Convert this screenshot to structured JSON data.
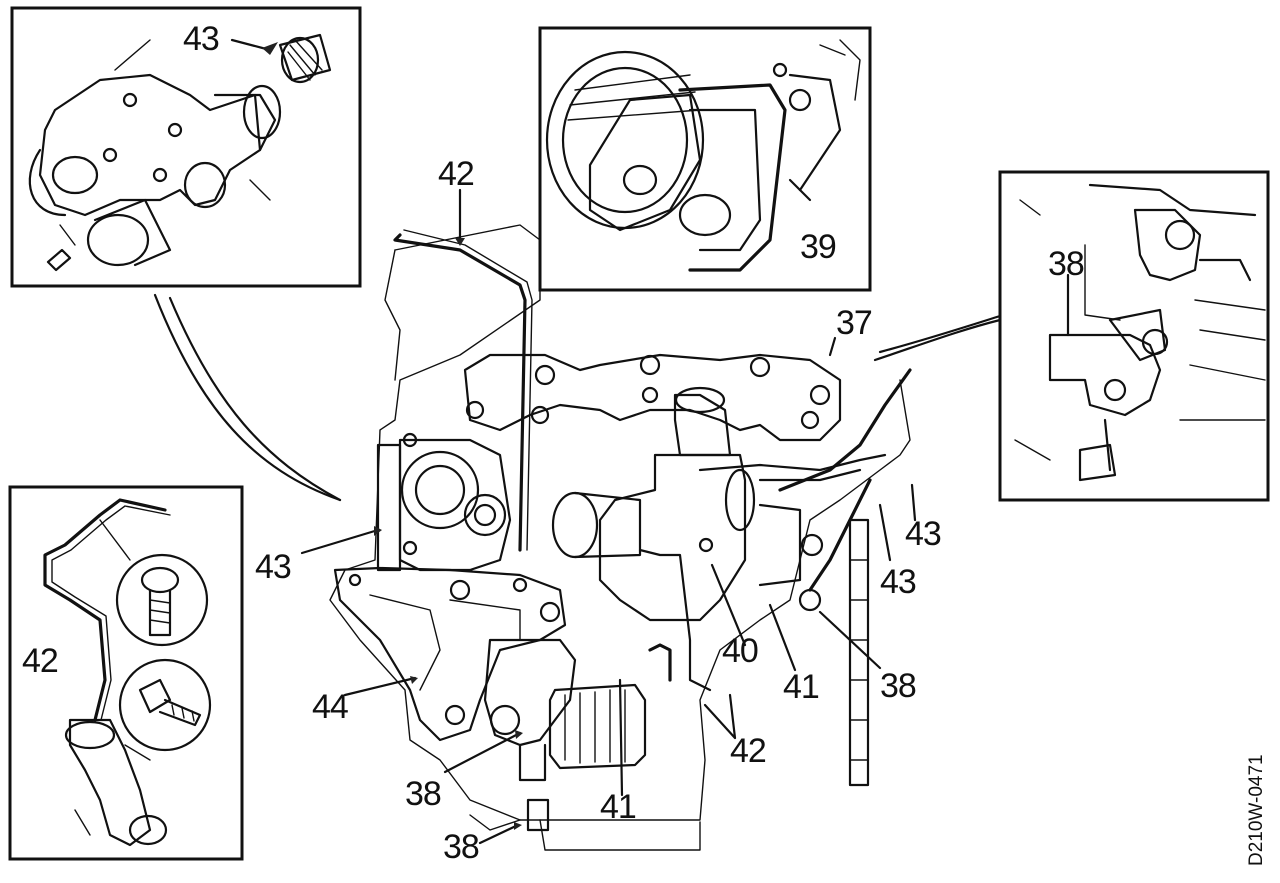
{
  "figure_code": "D210W-0471",
  "callouts": {
    "inset_top_left": "43",
    "pipe_top": "42",
    "inset_top_mid": "39",
    "inset_right": "38",
    "manifold": "37",
    "left_43": "43",
    "right_43a": "43",
    "right_43b": "43",
    "inset_bottom_left": "42",
    "label_40": "40",
    "label_41_right": "41",
    "label_38_right": "38",
    "label_44": "44",
    "label_42_bottom": "42",
    "label_38_bottom_a": "38",
    "label_41_bottom": "41",
    "label_38_bottom_b": "38"
  },
  "colors": {
    "ink": "#111111",
    "background": "#ffffff"
  }
}
